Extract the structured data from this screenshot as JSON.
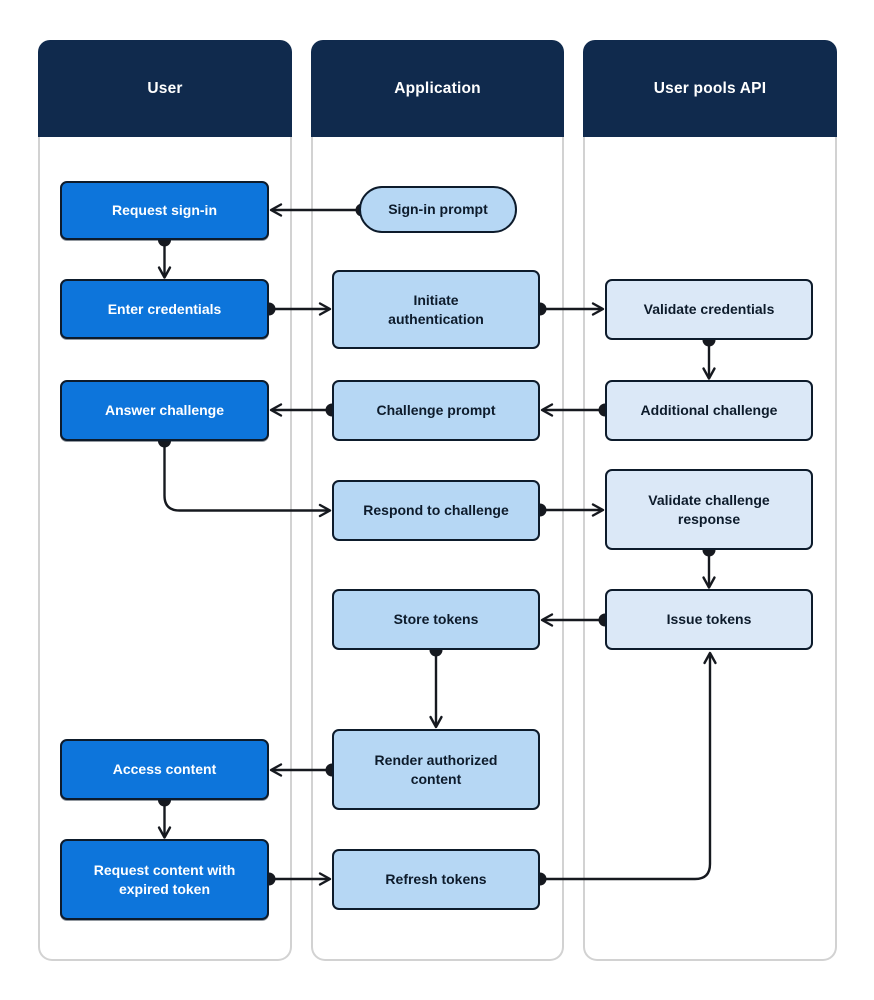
{
  "lanes": [
    {
      "id": "user",
      "label": "User"
    },
    {
      "id": "application",
      "label": "Application"
    },
    {
      "id": "user_pools_api",
      "label": "User pools API"
    }
  ],
  "nodes": {
    "request_sign_in": {
      "label": "Request sign-in",
      "lane": "User",
      "shape": "rect"
    },
    "enter_credentials": {
      "label": "Enter credentials",
      "lane": "User",
      "shape": "rect"
    },
    "answer_challenge": {
      "label": "Answer challenge",
      "lane": "User",
      "shape": "rect"
    },
    "access_content": {
      "label": "Access content",
      "lane": "User",
      "shape": "rect"
    },
    "request_content_with_expired_token": {
      "label": "Request content with expired token",
      "lane": "User",
      "shape": "rect"
    },
    "sign_in_prompt": {
      "label": "Sign-in prompt",
      "lane": "Application",
      "shape": "stadium"
    },
    "initiate_authentication": {
      "label": "Initiate authentication",
      "lane": "Application",
      "shape": "rect"
    },
    "challenge_prompt": {
      "label": "Challenge prompt",
      "lane": "Application",
      "shape": "rect"
    },
    "respond_to_challenge": {
      "label": "Respond to challenge",
      "lane": "Application",
      "shape": "rect"
    },
    "store_tokens": {
      "label": "Store tokens",
      "lane": "Application",
      "shape": "rect"
    },
    "render_authorized_content": {
      "label": "Render authorized content",
      "lane": "Application",
      "shape": "rect"
    },
    "refresh_tokens": {
      "label": "Refresh tokens",
      "lane": "Application",
      "shape": "rect"
    },
    "validate_credentials": {
      "label": "Validate credentials",
      "lane": "User pools API",
      "shape": "rect"
    },
    "additional_challenge": {
      "label": "Additional challenge",
      "lane": "User pools API",
      "shape": "rect"
    },
    "validate_challenge_response": {
      "label": "Validate challenge response",
      "lane": "User pools API",
      "shape": "rect"
    },
    "issue_tokens": {
      "label": "Issue tokens",
      "lane": "User pools API",
      "shape": "rect"
    }
  },
  "edges": [
    {
      "from": "sign_in_prompt",
      "to": "request_sign_in"
    },
    {
      "from": "request_sign_in",
      "to": "enter_credentials"
    },
    {
      "from": "enter_credentials",
      "to": "initiate_authentication"
    },
    {
      "from": "initiate_authentication",
      "to": "validate_credentials"
    },
    {
      "from": "validate_credentials",
      "to": "additional_challenge"
    },
    {
      "from": "additional_challenge",
      "to": "challenge_prompt"
    },
    {
      "from": "challenge_prompt",
      "to": "answer_challenge"
    },
    {
      "from": "answer_challenge",
      "to": "respond_to_challenge"
    },
    {
      "from": "respond_to_challenge",
      "to": "validate_challenge_response"
    },
    {
      "from": "validate_challenge_response",
      "to": "issue_tokens"
    },
    {
      "from": "issue_tokens",
      "to": "store_tokens"
    },
    {
      "from": "store_tokens",
      "to": "render_authorized_content"
    },
    {
      "from": "render_authorized_content",
      "to": "access_content"
    },
    {
      "from": "access_content",
      "to": "request_content_with_expired_token"
    },
    {
      "from": "request_content_with_expired_token",
      "to": "refresh_tokens"
    },
    {
      "from": "refresh_tokens",
      "to": "issue_tokens"
    }
  ],
  "colors": {
    "lane_header": "#102A4D",
    "lane_border": "#D2D2D2",
    "lane_fill": "#FFFFFF",
    "user_node_fill": "#0D75DB",
    "app_node_fill": "#B6D7F4",
    "api_node_fill": "#DBE8F7",
    "node_border": "#0D1B2B",
    "arrow": "#16191F",
    "text_on_dark": "#FFFFFF",
    "text_on_light": "#0D1B2B"
  }
}
